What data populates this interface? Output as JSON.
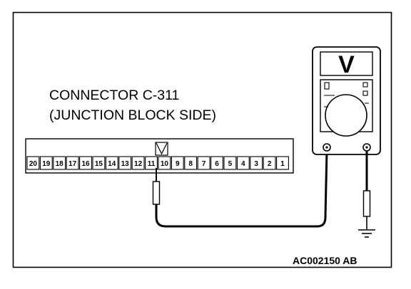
{
  "caption": {
    "line1": "CONNECTOR C-311",
    "line2": "(JUNCTION BLOCK SIDE)"
  },
  "connector": {
    "pins": [
      "20",
      "19",
      "18",
      "17",
      "16",
      "15",
      "14",
      "13",
      "12",
      "11",
      "10",
      "9",
      "8",
      "7",
      "6",
      "5",
      "4",
      "3",
      "2",
      "1"
    ],
    "probe_pin": "11"
  },
  "meter": {
    "display": "V"
  },
  "figure_id": "AC002150 AB"
}
